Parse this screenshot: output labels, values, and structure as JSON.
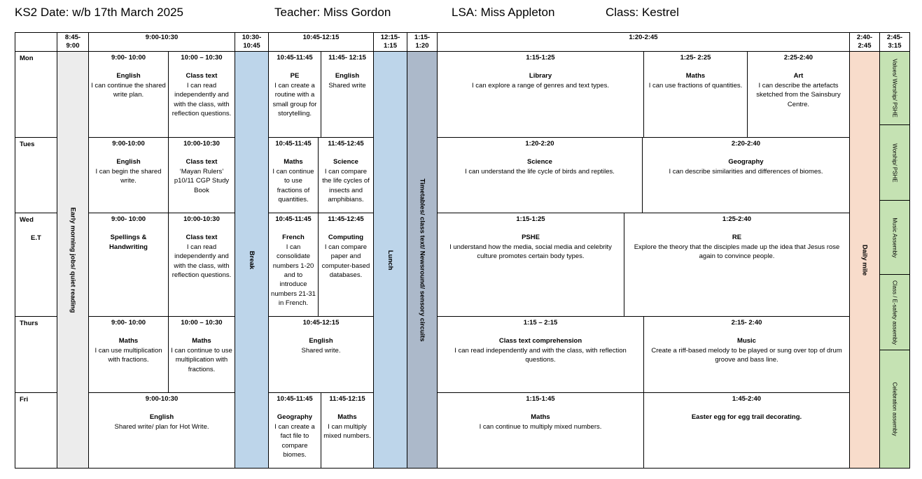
{
  "header": {
    "title": "KS2 Date: w/b 17th March 2025",
    "teacher": "Teacher: Miss Gordon",
    "lsa": "LSA: Miss Appleton",
    "class": "Class: Kestrel"
  },
  "columns": {
    "c1": "8:45-\n9:00",
    "c2": "9:00-10:30",
    "c3": "10:30-\n10:45",
    "c4": "10:45-12:15",
    "c5": "12:15-\n1:15",
    "c6": "1:15-\n1:20",
    "c7": "1:20-2:45",
    "c8": "2:40-\n2:45",
    "c9": "2:45-\n3:15"
  },
  "days": {
    "mon": "Mon",
    "tue": "Tues",
    "wed": "Wed",
    "wed_sub": "E.T",
    "thu": "Thurs",
    "fri": "Fri"
  },
  "bands": {
    "early": "Early morning jobs/ quiet reading",
    "break": "Break",
    "lunch": "Lunch",
    "timetables": "Timetables/ class text/ Newsround/ sensory circuits",
    "daily_mile": "Daily mile"
  },
  "assemblies": {
    "mon": "Values/ Worship/ PSHE",
    "tue": "Worship/ PSHE",
    "wed": "Music Assembly",
    "thu": "Class / E-safety assembly",
    "fri": "Celebration assembly"
  },
  "lessons": {
    "mon_1": {
      "time": "9:00- 10:00",
      "subject": "English",
      "desc": "I can continue the shared write plan."
    },
    "mon_2": {
      "time": "10:00 – 10:30",
      "subject": "Class text",
      "desc": "I can read independently and with the class, with reflection questions."
    },
    "mon_3": {
      "time": "10:45-11:45",
      "subject": "PE",
      "desc": "I can create a routine with a small group for storytelling."
    },
    "mon_4": {
      "time": "11:45- 12:15",
      "subject": "English",
      "desc": "Shared write"
    },
    "mon_5": {
      "time": "1:15-1:25",
      "subject": "Library",
      "desc": "I can explore a range of genres and text types."
    },
    "mon_6": {
      "time": "1:25- 2:25",
      "subject": "Maths",
      "desc": "I can use fractions of quantities."
    },
    "mon_7": {
      "time": "2:25-2:40",
      "subject": "Art",
      "desc": "I can describe the artefacts sketched from the Sainsbury Centre."
    },
    "tue_1": {
      "time": "9:00-10:00",
      "subject": "English",
      "desc": "I can begin the shared write."
    },
    "tue_2": {
      "time": "10:00-10:30",
      "subject": "Class text",
      "desc": "‘Mayan Rulers’ p10/11 CGP Study Book"
    },
    "tue_3": {
      "time": "10:45-11:45",
      "subject": "Maths",
      "desc": "I can continue to use fractions of quantities."
    },
    "tue_4": {
      "time": "11:45-12:45",
      "subject": "Science",
      "desc": "I can compare the life cycles of insects and amphibians."
    },
    "tue_5": {
      "time": "1:20-2:20",
      "subject": "Science",
      "desc": "I can understand the life cycle of birds and reptiles."
    },
    "tue_6": {
      "time": "2:20-2:40",
      "subject": "Geography",
      "desc": "I can describe similarities and differences of biomes."
    },
    "wed_1": {
      "time": "9:00- 10:00",
      "subject": "Spellings & Handwriting",
      "desc": ""
    },
    "wed_2": {
      "time": "10:00-10:30",
      "subject": "Class text",
      "desc": "I can read independently and with the class, with reflection questions."
    },
    "wed_3": {
      "time": "10:45-11:45",
      "subject": "French",
      "desc": "I can consolidate numbers 1-20 and to introduce numbers 21-31 in French."
    },
    "wed_4": {
      "time": "11:45-12:45",
      "subject": "Computing",
      "desc": "I can compare paper and computer-based databases."
    },
    "wed_5": {
      "time": "1:15-1:25",
      "subject": "PSHE",
      "desc": "I understand how the media, social media and celebrity culture promotes certain body types."
    },
    "wed_6": {
      "time": "1:25-2:40",
      "subject": "RE",
      "desc": "Explore the theory that the disciples made up the idea that Jesus rose again to convince people."
    },
    "thu_1": {
      "time": "9:00- 10:00",
      "subject": "Maths",
      "desc": "I can use multiplication with fractions."
    },
    "thu_2": {
      "time": "10:00 – 10:30",
      "subject": "Maths",
      "desc": "I can continue to use multiplication with fractions."
    },
    "thu_3": {
      "time": "10:45-12:15",
      "subject": "English",
      "desc": "Shared write."
    },
    "thu_4": {
      "time": "1:15 – 2:15",
      "subject": "Class text comprehension",
      "desc": "I can read independently and with the class, with reflection questions."
    },
    "thu_5": {
      "time": "2:15- 2:40",
      "subject": "Music",
      "desc": "Create a riff-based melody to be played or sung over top of drum groove and bass line."
    },
    "fri_1": {
      "time": "9:00-10:30",
      "subject": "English",
      "desc": "Shared write/ plan for Hot Write."
    },
    "fri_2": {
      "time": "10:45-11:45",
      "subject": "Geography",
      "desc": "I can create a fact file to compare biomes."
    },
    "fri_3": {
      "time": "11:45-12:15",
      "subject": "Maths",
      "desc": "I can multiply mixed numbers."
    },
    "fri_4": {
      "time": "1:15-1:45",
      "subject": "Maths",
      "desc": "I can continue to multiply mixed numbers."
    },
    "fri_5": {
      "time": "1:45-2:40",
      "subject": "Easter egg for egg trail decorating.",
      "desc": ""
    }
  }
}
